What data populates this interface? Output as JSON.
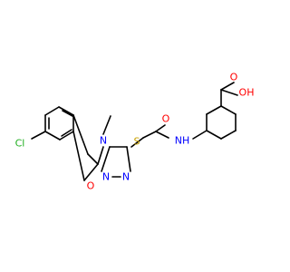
{
  "molecule": {
    "atoms": {
      "cl": {
        "text": "Cl",
        "color": "#1fae1f"
      },
      "o_furan": {
        "text": "O",
        "color": "#ff0000"
      },
      "n4": {
        "text": "N",
        "color": "#0000ff"
      },
      "n_me": {
        "text": "N",
        "color": "#0000ff"
      },
      "n1": {
        "text": "N",
        "color": "#0000ff"
      },
      "n2": {
        "text": "N",
        "color": "#0000ff"
      },
      "s": {
        "text": "S",
        "color": "#c8a000"
      },
      "o_amide": {
        "text": "O",
        "color": "#ff0000"
      },
      "nh": {
        "text": "NH",
        "color": "#0000ff"
      },
      "oh": {
        "text": "OH",
        "color": "#ff0000"
      },
      "o_acid": {
        "text": "O",
        "color": "#ff0000"
      }
    },
    "methyl_label": ""
  },
  "colors": {
    "bond": "#000000",
    "background": "#ffffff"
  }
}
